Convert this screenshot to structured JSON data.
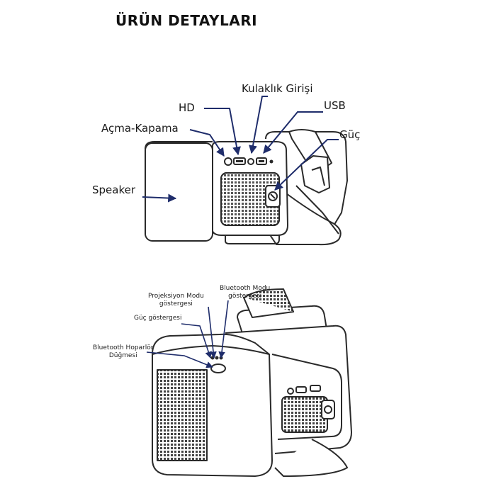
{
  "title": "ÜRÜN DETAYLARI",
  "colors": {
    "line": "#2a2a2a",
    "arrow": "#1f2d6b",
    "background": "#ffffff"
  },
  "top_view": {
    "labels": {
      "headphone": "Kulaklık Girişi",
      "hd": "HD",
      "usb": "USB",
      "power_switch": "Açma-Kapama",
      "power": "Güç",
      "speaker": "Speaker"
    }
  },
  "bottom_view": {
    "labels": {
      "projection_line1": "Projeksiyon Modu",
      "projection_line2": "göstergesi",
      "bluetooth_line1": "Bluetooth Modu",
      "bluetooth_line2": "göstergesi",
      "power_indicator": "Güç göstergesi",
      "bt_button_line1": "Bluetooth Hoparlör",
      "bt_button_line2": "Düğmesi"
    }
  }
}
